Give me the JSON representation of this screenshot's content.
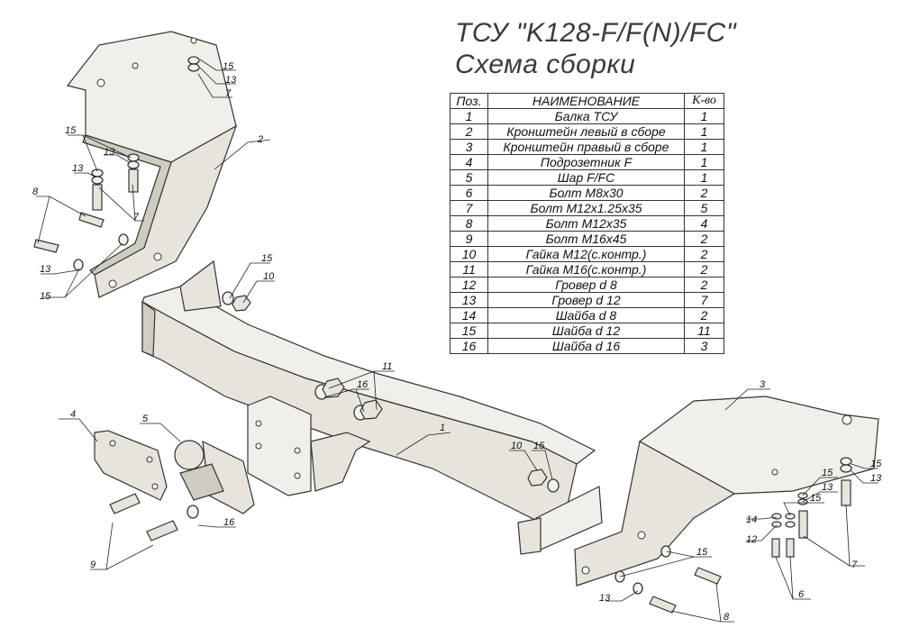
{
  "title_line1": "ТСУ \"K128-F/F(N)/FC\"",
  "title_line2": "Схема сборки",
  "table": {
    "headers": [
      "Поз.",
      "НАИМЕНОВАНИЕ",
      "К-во"
    ],
    "rows": [
      {
        "pos": "1",
        "name": "Балка ТСУ",
        "qty": "1"
      },
      {
        "pos": "2",
        "name": "Кронштейн левый в сборе",
        "qty": "1"
      },
      {
        "pos": "3",
        "name": "Кронштейн правый в сборе",
        "qty": "1"
      },
      {
        "pos": "4",
        "name": "Подрозетник F",
        "qty": "1"
      },
      {
        "pos": "5",
        "name": "Шар F/FC",
        "qty": "1"
      },
      {
        "pos": "6",
        "name": "Болт М8х30",
        "qty": "2"
      },
      {
        "pos": "7",
        "name": "Болт М12х1.25х35",
        "qty": "5"
      },
      {
        "pos": "8",
        "name": "Болт М12х35",
        "qty": "4"
      },
      {
        "pos": "9",
        "name": "Болт М16х45",
        "qty": "2"
      },
      {
        "pos": "10",
        "name": "Гайка М12(с.контр.)",
        "qty": "2"
      },
      {
        "pos": "11",
        "name": "Гайка  М16(с.контр.)",
        "qty": "2"
      },
      {
        "pos": "12",
        "name": "Гровер d 8",
        "qty": "2"
      },
      {
        "pos": "13",
        "name": "Гровер d 12",
        "qty": "7"
      },
      {
        "pos": "14",
        "name": "Шайба d 8",
        "qty": "2"
      },
      {
        "pos": "15",
        "name": "Шайба d 12",
        "qty": "11"
      },
      {
        "pos": "16",
        "name": "Шайба d 16",
        "qty": "3"
      }
    ]
  },
  "callouts": {
    "c1": "1",
    "c2": "2",
    "c3": "3",
    "c4": "4",
    "c5": "5",
    "c6": "6",
    "c7": "7",
    "c8": "8",
    "c9": "9",
    "c10": "10",
    "c11": "11",
    "c12": "12",
    "c13": "13",
    "c14": "14",
    "c15": "15",
    "c16": "16"
  }
}
